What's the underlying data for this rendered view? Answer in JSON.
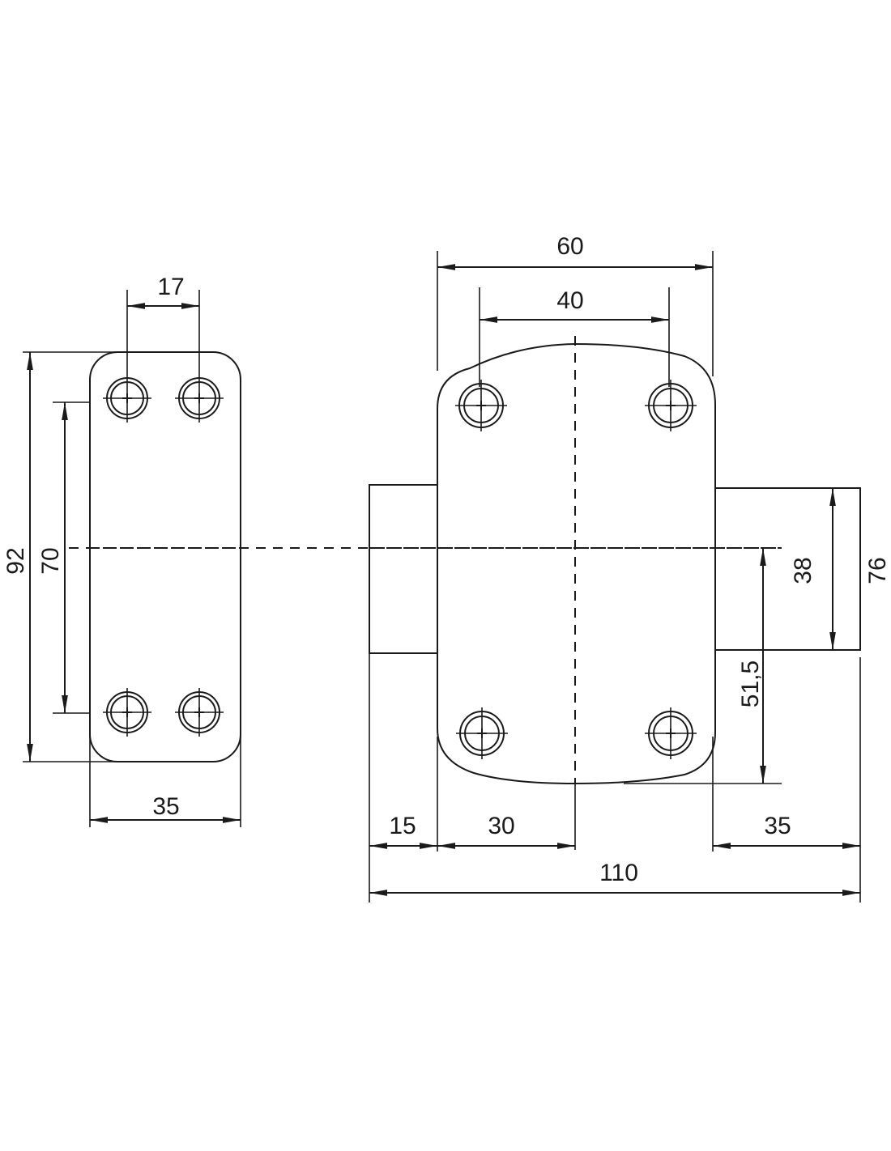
{
  "drawing": {
    "left_plate": {
      "hole_spacing": "17",
      "overall_height": "92",
      "hole_vertical_spacing": "70",
      "width": "35"
    },
    "lock_body": {
      "overall_width_top": "60",
      "hole_spacing": "40",
      "bolt_height": "38",
      "total_height": "76",
      "center_offset": "51,5",
      "left_projection": "15",
      "half_body": "30",
      "right_projection": "35",
      "overall_length": "110"
    }
  }
}
